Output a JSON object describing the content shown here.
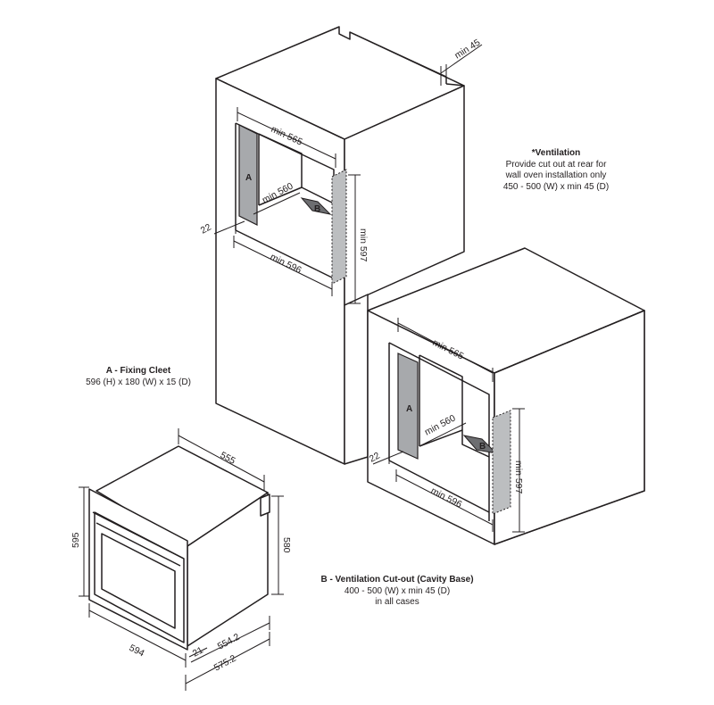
{
  "notes": {
    "ventilation": {
      "title": "*Ventilation",
      "lines": [
        "Provide cut out at rear for",
        "wall oven installation only",
        "450 - 500 (W) x min 45 (D)"
      ]
    },
    "fixing_cleet": {
      "title": "A - Fixing Cleet",
      "lines": [
        "596 (H) x 180 (W) x 15 (D)"
      ]
    },
    "ventilation_cutout": {
      "title": "B - Ventilation Cut-out (Cavity Base)",
      "lines": [
        "400 - 500 (W) x min 45 (D)",
        "in all cases"
      ]
    }
  },
  "tall_cabinet": {
    "rear_cutout": "min 45",
    "width_top": "min 565",
    "depth": "min 560",
    "side": "22",
    "height": "min 597",
    "width_bottom": "min 596",
    "label_a": "A",
    "label_b": "B"
  },
  "base_cabinet": {
    "width_top": "min 565",
    "depth": "min 560",
    "side": "22",
    "height": "min 597",
    "width_bottom": "min 596",
    "label_a": "A",
    "label_b": "B"
  },
  "oven": {
    "depth_top": "555",
    "height_front": "595",
    "height_side": "580",
    "width_front": "594",
    "fascia": "21",
    "depth_body": "554.2",
    "depth_total": "575.2"
  }
}
